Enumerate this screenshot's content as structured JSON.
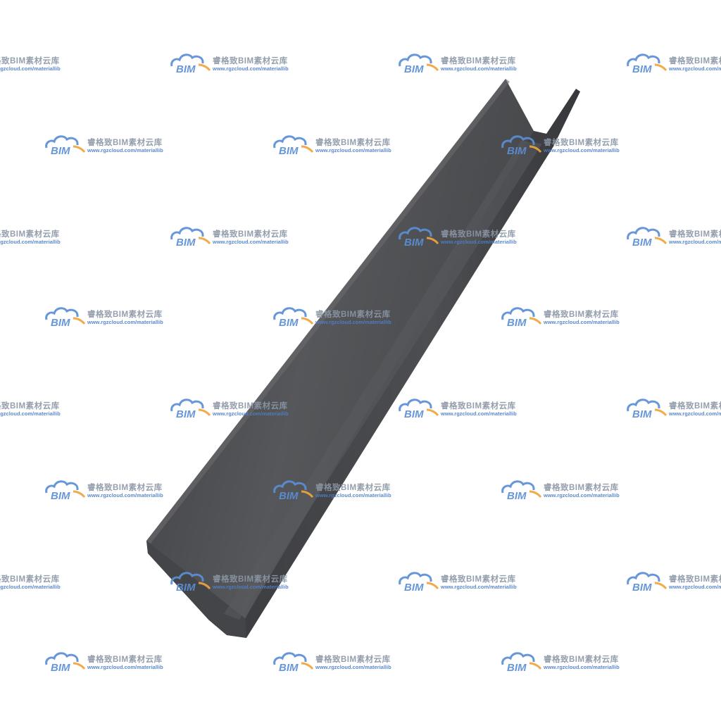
{
  "image": {
    "subject": "angle-steel-beam",
    "beam_color": "#4a4b4e",
    "background": "#ffffff"
  },
  "watermark": {
    "logo_text": "BIM",
    "name": "睿格致BIM素材云库",
    "url": "www.rgzcloud.com/materiallib",
    "logo_blue": "#5b8fd6",
    "logo_orange": "#f0a43c"
  }
}
